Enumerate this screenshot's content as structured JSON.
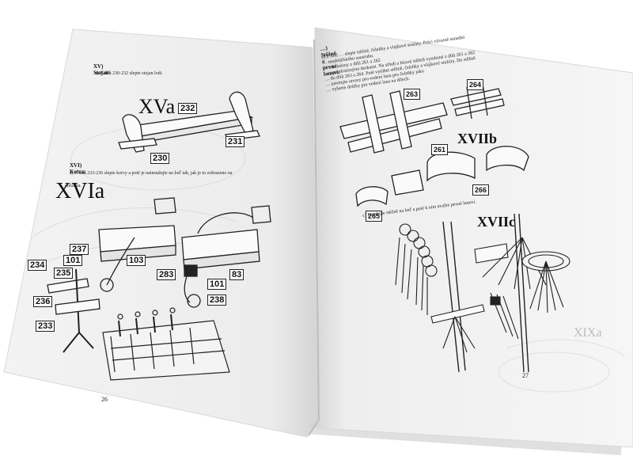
{
  "left_page": {
    "section_xv_heading": "XV) Stojan:",
    "section_xv_text": "a) Z dílů 230-232 slepte stojan lodi.",
    "fig_xva_title": "XVa",
    "fig_xva_labels": [
      "232",
      "231",
      "230"
    ],
    "section_xvi_heading": "XVI) Kotva:",
    "section_xvi_text_1": "a) Z dílů 233-236 slepte kotvy a poté je nainstalujte na loď tak, jak je to zobrazeno na",
    "section_xvi_text_2": "obrázku.",
    "fig_xvia_title": "XVIa",
    "fig_xvia_labels": [
      "237",
      "101",
      "235",
      "234",
      "236",
      "233",
      "103",
      "283",
      "101",
      "83",
      "238"
    ],
    "page_number": "26"
  },
  "right_page": {
    "section_heading": "…) Stěžně a pevné lanoví:",
    "intro_text": [
      "a) Z dílů … slepte stěžně, čeleňky a vlajkové stožáry. Práci výrazně usnadní",
      "… modelářského sousruhu.",
      "… s kolaženy z dílů 261 a 262",
      "… s pozdraženými deskami. Na středí a hlavní stěžeň vyrobené z dílů 261 a 262",
      "… do dílů 263 a 264. Poté vytůhte stěžně, čeleňky a vlajkové stožáry. Do stěžně",
      "… navrtejte otvory pro vedení lana pro čeleňky jako",
      "… vyberte drážky pro vedení lana na dílech."
    ],
    "fig_xviib_title": "XVIIb",
    "fig_xviib_labels": [
      "263",
      "264",
      "261",
      "266",
      "265"
    ],
    "section_c_text": "c) Instalujte stěžně na loď a poté k nim uvažte pevné lanoví.",
    "fig_xviic_title": "XVIIc",
    "watermark_text": "XIXa",
    "page_number": "27"
  }
}
